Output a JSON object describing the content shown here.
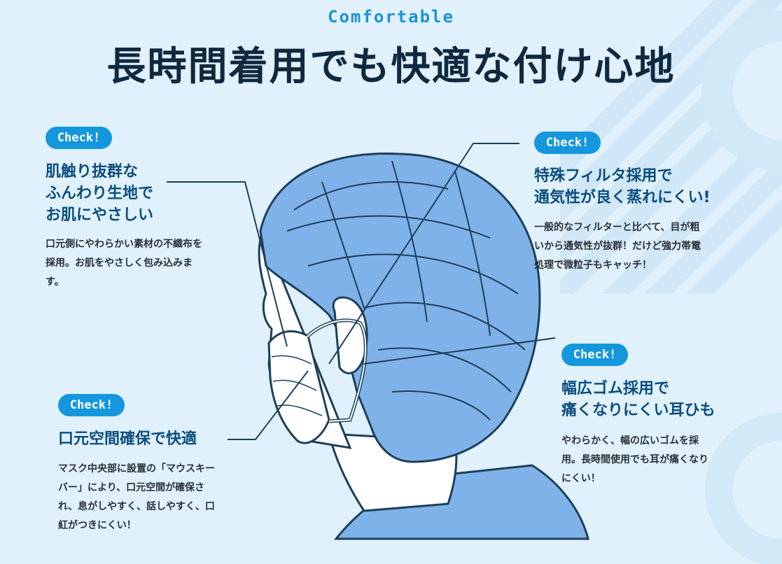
{
  "header": {
    "eyebrow": "Comfortable",
    "title": "長時間着用でも快適な付け心地"
  },
  "colors": {
    "background": "#e0f1fb",
    "accent": "#1597dd",
    "title_dark": "#10293f",
    "feature_title": "#0b4d7e",
    "hair_fill": "#7fb2e8",
    "line": "#1e3f5a"
  },
  "features": [
    {
      "badge": "Check!",
      "title": "肌触り抜群な\nふんわり生地で\nお肌にやさしい",
      "description": "口元側にやわらかい素材の不織布を\n採用。お肌をやさしく包み込みま\nす。"
    },
    {
      "badge": "Check!",
      "title": "特殊フィルタ採用で\n通気性が良く蒸れにくい!",
      "description": "一般的なフィルターと比べて、目が粗\nいから通気性が抜群！だけど強力帯電\n処理で微粒子もキャッチ！"
    },
    {
      "badge": "Check!",
      "title": "幅広ゴム採用で\n痛くなりにくい耳ひも",
      "description": "やわらかく、幅の広いゴムを採\n用。長時間使用でも耳が痛くなり\nにくい！"
    },
    {
      "badge": "Check!",
      "title": "口元空間確保で快適",
      "description": "マスク中央部に設置の「マウスキー\nバー」により、口元空間が確保さ\nれ、息がしやすく、話しやすく、口\n紅がつきにくい！"
    }
  ],
  "illustration": {
    "subject": "person-wearing-mask-back-view"
  }
}
